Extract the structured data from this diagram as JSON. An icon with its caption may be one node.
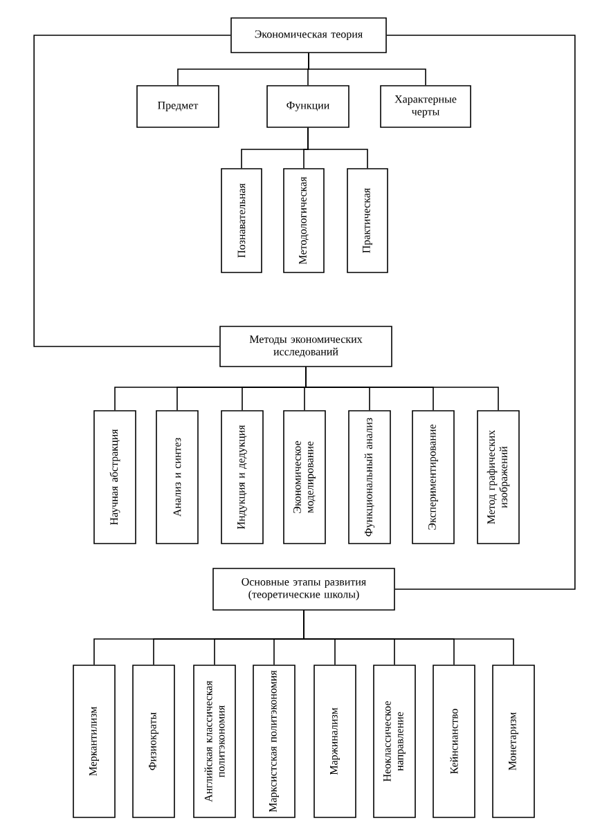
{
  "diagram": {
    "nodes": [
      {
        "text": [
          "Экономическая теория"
        ]
      },
      {
        "text": [
          "Предмет"
        ]
      },
      {
        "text": [
          "Функции"
        ]
      },
      {
        "text": [
          "Характерные черты"
        ]
      },
      {
        "text": [
          "Познавательная"
        ]
      },
      {
        "text": [
          "Методологическая"
        ]
      },
      {
        "text": [
          "Практическая"
        ]
      },
      {
        "text": [
          "Методы экономических исследований"
        ]
      },
      {
        "text": [
          "Научная абстракция"
        ]
      },
      {
        "text": [
          "Анализ и синтез"
        ]
      },
      {
        "text": [
          "Индукция и дедукция"
        ]
      },
      {
        "text": [
          "Экономическое моделирование"
        ]
      },
      {
        "text": [
          "Функциональный анализ"
        ]
      },
      {
        "text": [
          "Экспериментирование"
        ]
      },
      {
        "text": [
          "Метод графических изображений"
        ]
      },
      {
        "text": [
          "Основные этапы развития (теоретические школы)"
        ]
      },
      {
        "text": [
          "Меркантилизм"
        ]
      },
      {
        "text": [
          "Физиократы"
        ]
      },
      {
        "text": [
          "Английская классическая политэкономия"
        ]
      },
      {
        "text": [
          "Марксистская политэкономия"
        ]
      },
      {
        "text": [
          "Маржинализм"
        ]
      },
      {
        "text": [
          "Неоклассическое направление"
        ]
      },
      {
        "text": [
          "Кейнсианство"
        ]
      },
      {
        "text": [
          "Монетаризм"
        ]
      }
    ],
    "edges": [
      {
        "from": 0,
        "to": 1,
        "arrow": "none"
      },
      {
        "from": 0,
        "to": 2,
        "arrow": "none"
      },
      {
        "from": 0,
        "to": 3,
        "arrow": "none"
      },
      {
        "from": 2,
        "to": 4,
        "arrow": "none"
      },
      {
        "from": 2,
        "to": 5,
        "arrow": "none"
      },
      {
        "from": 2,
        "to": 6,
        "arrow": "none"
      },
      {
        "from": 0,
        "to": 7,
        "arrow": "none"
      },
      {
        "from": 7,
        "to": 8,
        "arrow": "none"
      },
      {
        "from": 7,
        "to": 9,
        "arrow": "none"
      },
      {
        "from": 7,
        "to": 10,
        "arrow": "none"
      },
      {
        "from": 7,
        "to": 11,
        "arrow": "none"
      },
      {
        "from": 7,
        "to": 12,
        "arrow": "none"
      },
      {
        "from": 7,
        "to": 13,
        "arrow": "none"
      },
      {
        "from": 7,
        "to": 14,
        "arrow": "none"
      },
      {
        "from": 0,
        "to": 15,
        "arrow": "none"
      },
      {
        "from": 15,
        "to": 16,
        "arrow": "none"
      },
      {
        "from": 15,
        "to": 17,
        "arrow": "none"
      },
      {
        "from": 15,
        "to": 18,
        "arrow": "none"
      },
      {
        "from": 15,
        "to": 19,
        "arrow": "none"
      },
      {
        "from": 15,
        "to": 20,
        "arrow": "none"
      },
      {
        "from": 15,
        "to": 21,
        "arrow": "none"
      },
      {
        "from": 15,
        "to": 22,
        "arrow": "none"
      },
      {
        "from": 15,
        "to": 23,
        "arrow": "none"
      }
    ]
  }
}
